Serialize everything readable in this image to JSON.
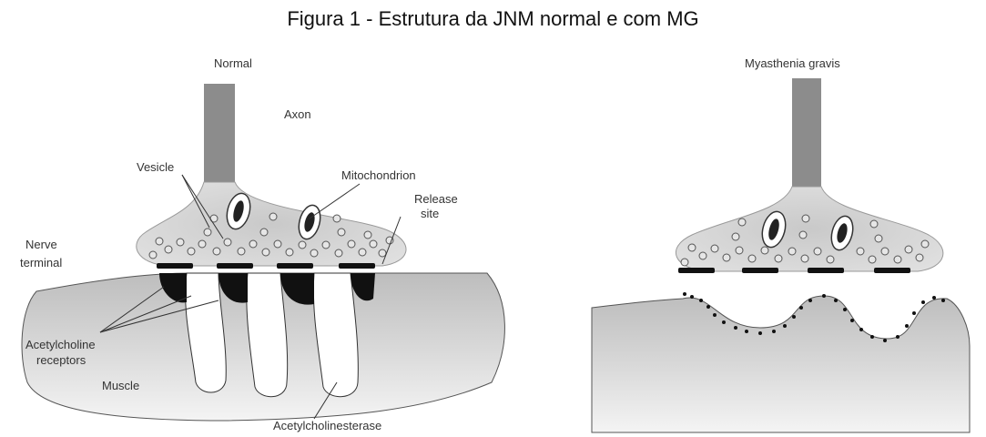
{
  "title": "Figura 1 - Estrutura da JNM normal e com MG",
  "normal": {
    "heading": "Normal",
    "labels": {
      "axon": "Axon",
      "vesicle": "Vesicle",
      "mitochondrion": "Mitochondrion",
      "release_site_1": "Release",
      "release_site_2": "site",
      "nerve_terminal_1": "Nerve",
      "nerve_terminal_2": "terminal",
      "ach_receptors_1": "Acetylcholine",
      "ach_receptors_2": "receptors",
      "muscle": "Muscle",
      "acetylcholinesterase": "Acetylcholinesterase"
    }
  },
  "mg": {
    "heading": "Myasthenia gravis"
  },
  "colors": {
    "axon": "#8c8c8c",
    "terminal": "#cfcfcf",
    "muscle": "#dcdcdc",
    "receptor": "#111111"
  }
}
